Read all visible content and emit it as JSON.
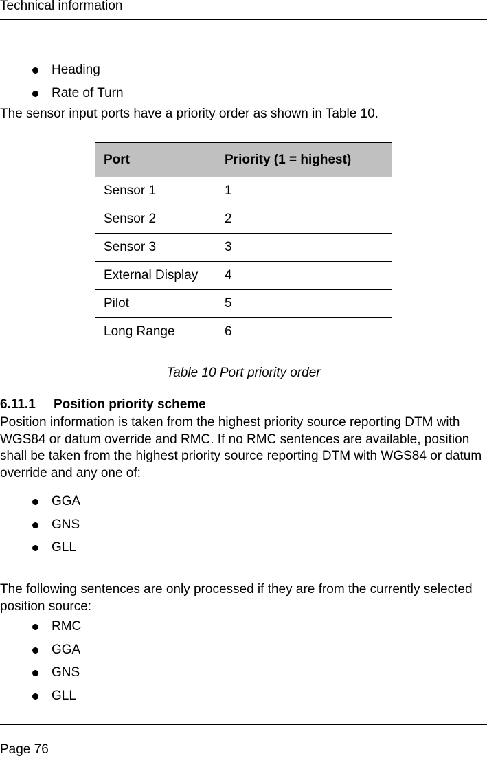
{
  "header": {
    "title": "Technical information"
  },
  "intro_bullets": [
    "Heading",
    "Rate of Turn"
  ],
  "intro_paragraph": "The sensor input ports have a priority order as shown in Table 10.",
  "table": {
    "headers": [
      "Port",
      "Priority (1 = highest)"
    ],
    "rows": [
      [
        "Sensor 1",
        "1"
      ],
      [
        "Sensor 2",
        "2"
      ],
      [
        "Sensor 3",
        "3"
      ],
      [
        "External Display",
        "4"
      ],
      [
        "Pilot",
        "5"
      ],
      [
        "Long Range",
        "6"
      ]
    ],
    "header_bg": "#c0c0c0",
    "caption": "Table 10  Port priority order"
  },
  "section": {
    "number": "6.11.1",
    "title": "Position priority scheme",
    "paragraph1": "Position information is taken from the highest priority source reporting DTM with WGS84 or datum override and RMC. If no RMC sentences are available, position shall be taken from the highest priority source reporting DTM with WGS84 or datum override and any one of:",
    "list1": [
      "GGA",
      "GNS",
      "GLL"
    ],
    "paragraph2": "The following sentences are only processed if they are from the currently selected position source:",
    "list2": [
      "RMC",
      "GGA",
      "GNS",
      "GLL"
    ]
  },
  "footer": {
    "page_label": "Page  76"
  }
}
